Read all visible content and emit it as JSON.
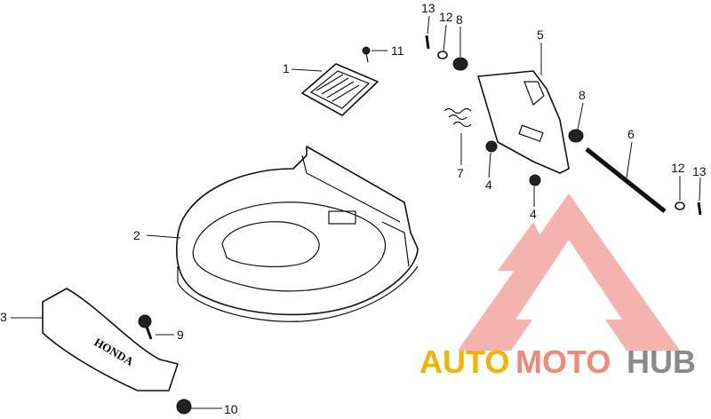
{
  "diagram": {
    "callouts": [
      {
        "id": "c1",
        "label": "1"
      },
      {
        "id": "c2",
        "label": "2"
      },
      {
        "id": "c3",
        "label": "3"
      },
      {
        "id": "c4a",
        "label": "4"
      },
      {
        "id": "c4b",
        "label": "4"
      },
      {
        "id": "c5",
        "label": "5"
      },
      {
        "id": "c6",
        "label": "6"
      },
      {
        "id": "c7",
        "label": "7"
      },
      {
        "id": "c8a",
        "label": "8"
      },
      {
        "id": "c8b",
        "label": "8"
      },
      {
        "id": "c9",
        "label": "9"
      },
      {
        "id": "c10",
        "label": "10"
      },
      {
        "id": "c11",
        "label": "11"
      },
      {
        "id": "c12a",
        "label": "12"
      },
      {
        "id": "c12b",
        "label": "12"
      },
      {
        "id": "c13a",
        "label": "13"
      },
      {
        "id": "c13b",
        "label": "13"
      }
    ],
    "brand_on_part": "HONDA"
  },
  "watermark": {
    "auto": "AUTO",
    "moto": "MOTO",
    "hub": "HUB",
    "colors": {
      "logo": "#f08080",
      "auto": "#f5b301",
      "moto": "#ef8a7a",
      "hub": "#8a8a8a"
    }
  }
}
